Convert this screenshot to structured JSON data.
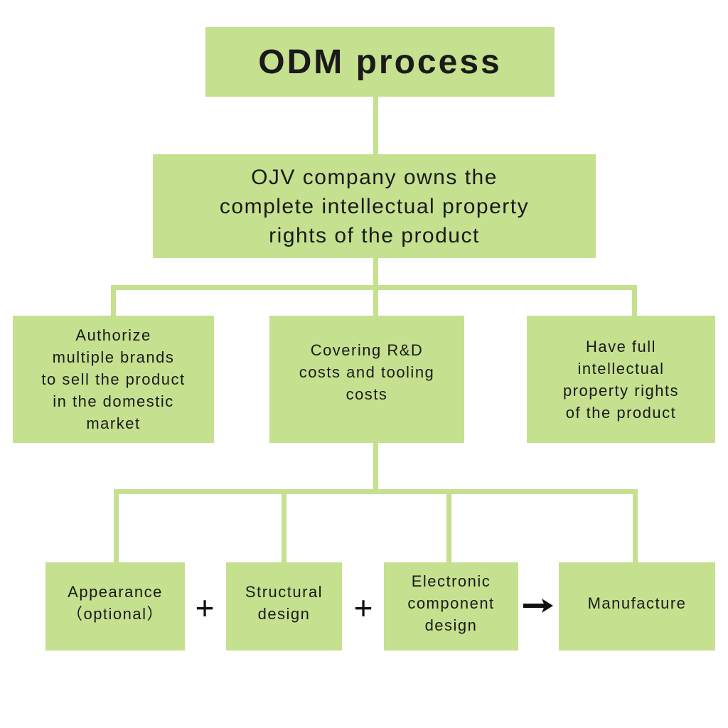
{
  "diagram": {
    "title": "ODM process",
    "root": "OJV company owns the\ncomplete intellectual property\nrights of the product",
    "branches": [
      "Authorize\nmultiple brands\nto sell the product\nin the domestic\nmarket",
      "Covering R&D\ncosts and tooling\ncosts",
      "Have full\nintellectual\nproperty rights\nof the product"
    ],
    "steps": [
      "Appearance\n（optional）",
      "Structural\ndesign",
      "Electronic\ncomponent\ndesign",
      "Manufacture"
    ],
    "operators": [
      "+",
      "+"
    ],
    "box_color": "#c5e08f",
    "connector_color": "#c5e08f",
    "arrow_icon": "right-arrow-icon"
  }
}
